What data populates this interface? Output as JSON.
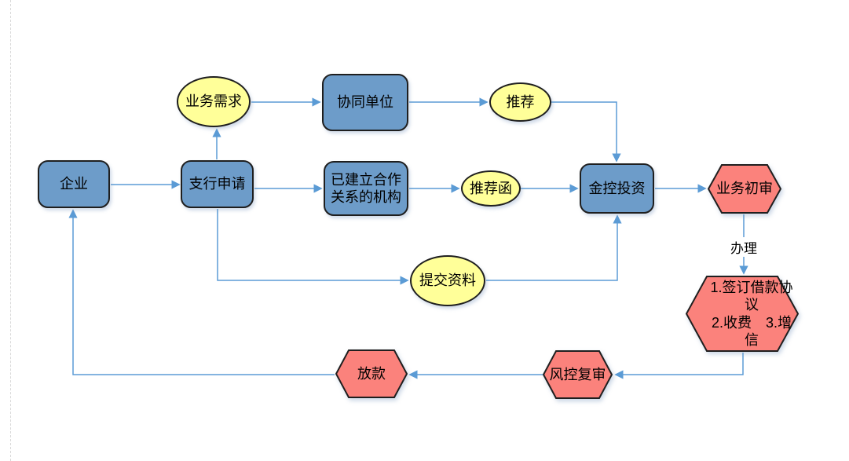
{
  "diagram": {
    "type": "flowchart",
    "colors": {
      "node_blue": "#6D9CC9",
      "node_yellow": "#FFFF99",
      "node_red": "#FB827C",
      "shape_border": "#1F1F1F",
      "connector_blue": "#5B9BD5",
      "guide_line_gray": "#D9D9D9",
      "text": "#000000",
      "background": "#FFFFFF"
    },
    "nodes": [
      {
        "id": "enterprise",
        "shape": "rounded-rect",
        "color": "blue",
        "label": "企业"
      },
      {
        "id": "branch-application",
        "shape": "rounded-rect",
        "color": "blue",
        "label": "支行申请"
      },
      {
        "id": "business-demand",
        "shape": "ellipse",
        "color": "yellow",
        "label": "业务需求"
      },
      {
        "id": "synergy-unit",
        "shape": "rounded-rect",
        "color": "blue",
        "label": "协同单位"
      },
      {
        "id": "partner-institution",
        "shape": "rounded-rect",
        "color": "blue",
        "label": "已建立合作关系的机构"
      },
      {
        "id": "recommend",
        "shape": "ellipse",
        "color": "yellow",
        "label": "推荐"
      },
      {
        "id": "recommend-letter",
        "shape": "ellipse",
        "color": "yellow",
        "label": "推荐函"
      },
      {
        "id": "jinkong-investment",
        "shape": "rounded-rect",
        "color": "blue",
        "label": "金控投资"
      },
      {
        "id": "business-preliminary-review",
        "shape": "hexagon",
        "color": "red",
        "label": "业务初审"
      },
      {
        "id": "submit-materials",
        "shape": "ellipse",
        "color": "yellow",
        "label": "提交资料"
      },
      {
        "id": "sign-agreement",
        "shape": "hexagon",
        "color": "red",
        "label_line1": "1.签订借款协议",
        "label_line2": "2.收费　3.增信"
      },
      {
        "id": "risk-control-review",
        "shape": "hexagon",
        "color": "red",
        "label": "风控复审"
      },
      {
        "id": "loan-disbursement",
        "shape": "hexagon",
        "color": "red",
        "label": "放款"
      }
    ],
    "edge_label": "办理",
    "flows": [
      "企业 → 支行申请",
      "支行申请 → 业务需求",
      "业务需求 → 协同单位",
      "协同单位 → 推荐",
      "推荐 → 金控投资",
      "支行申请 → 已建立合作关系的机构",
      "已建立合作关系的机构 → 推荐函",
      "推荐函 → 金控投资",
      "支行申请 → 提交资料",
      "提交资料 → 金控投资",
      "金控投资 → 业务初审",
      "业务初审 → 办理 → 1.签订借款协议 2.收费 3.增信",
      "1.签订借款协议 2.收费 3.增信 → 风控复审",
      "风控复审 → 放款",
      "放款 → 企业"
    ]
  }
}
